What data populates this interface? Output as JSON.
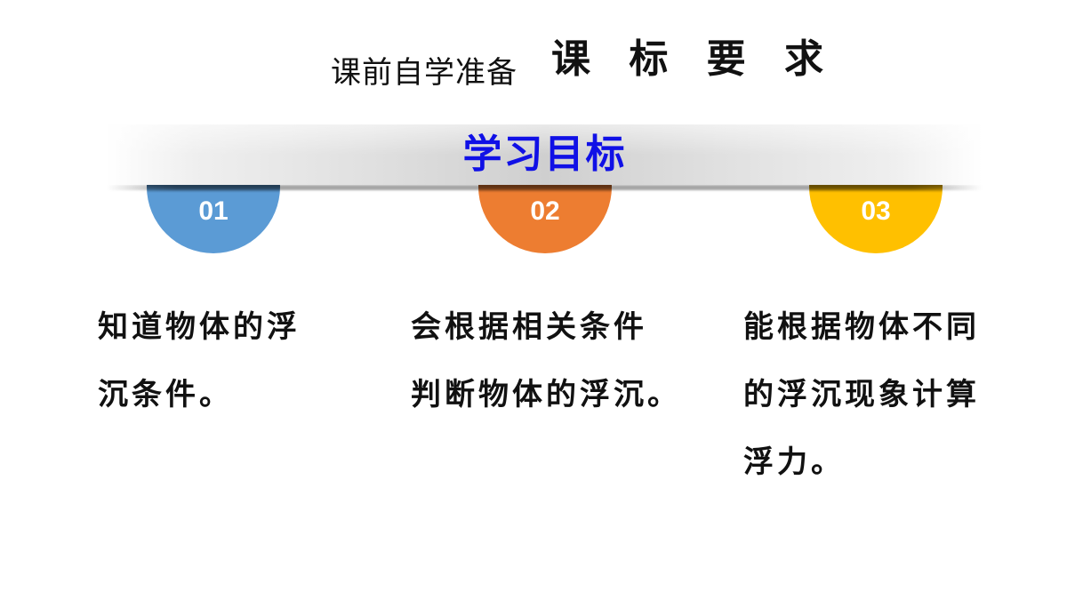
{
  "header": {
    "subtitle": "课前自学准备",
    "title": "课 标 要 求"
  },
  "banner": {
    "title": "学习目标"
  },
  "badges": [
    {
      "number": "01",
      "color": "#5b9bd5"
    },
    {
      "number": "02",
      "color": "#ed7d31"
    },
    {
      "number": "03",
      "color": "#ffc000"
    }
  ],
  "objectives": [
    {
      "lines": [
        "知道物体的浮",
        "沉条件。"
      ]
    },
    {
      "lines": [
        "会根据相关条件",
        "判断物体的浮沉。"
      ]
    },
    {
      "lines": [
        "能根据物体不同",
        "的浮沉现象计算",
        "浮力。"
      ]
    }
  ],
  "colors": {
    "banner_title": "#1010e6",
    "text": "#111111",
    "background": "#ffffff"
  }
}
